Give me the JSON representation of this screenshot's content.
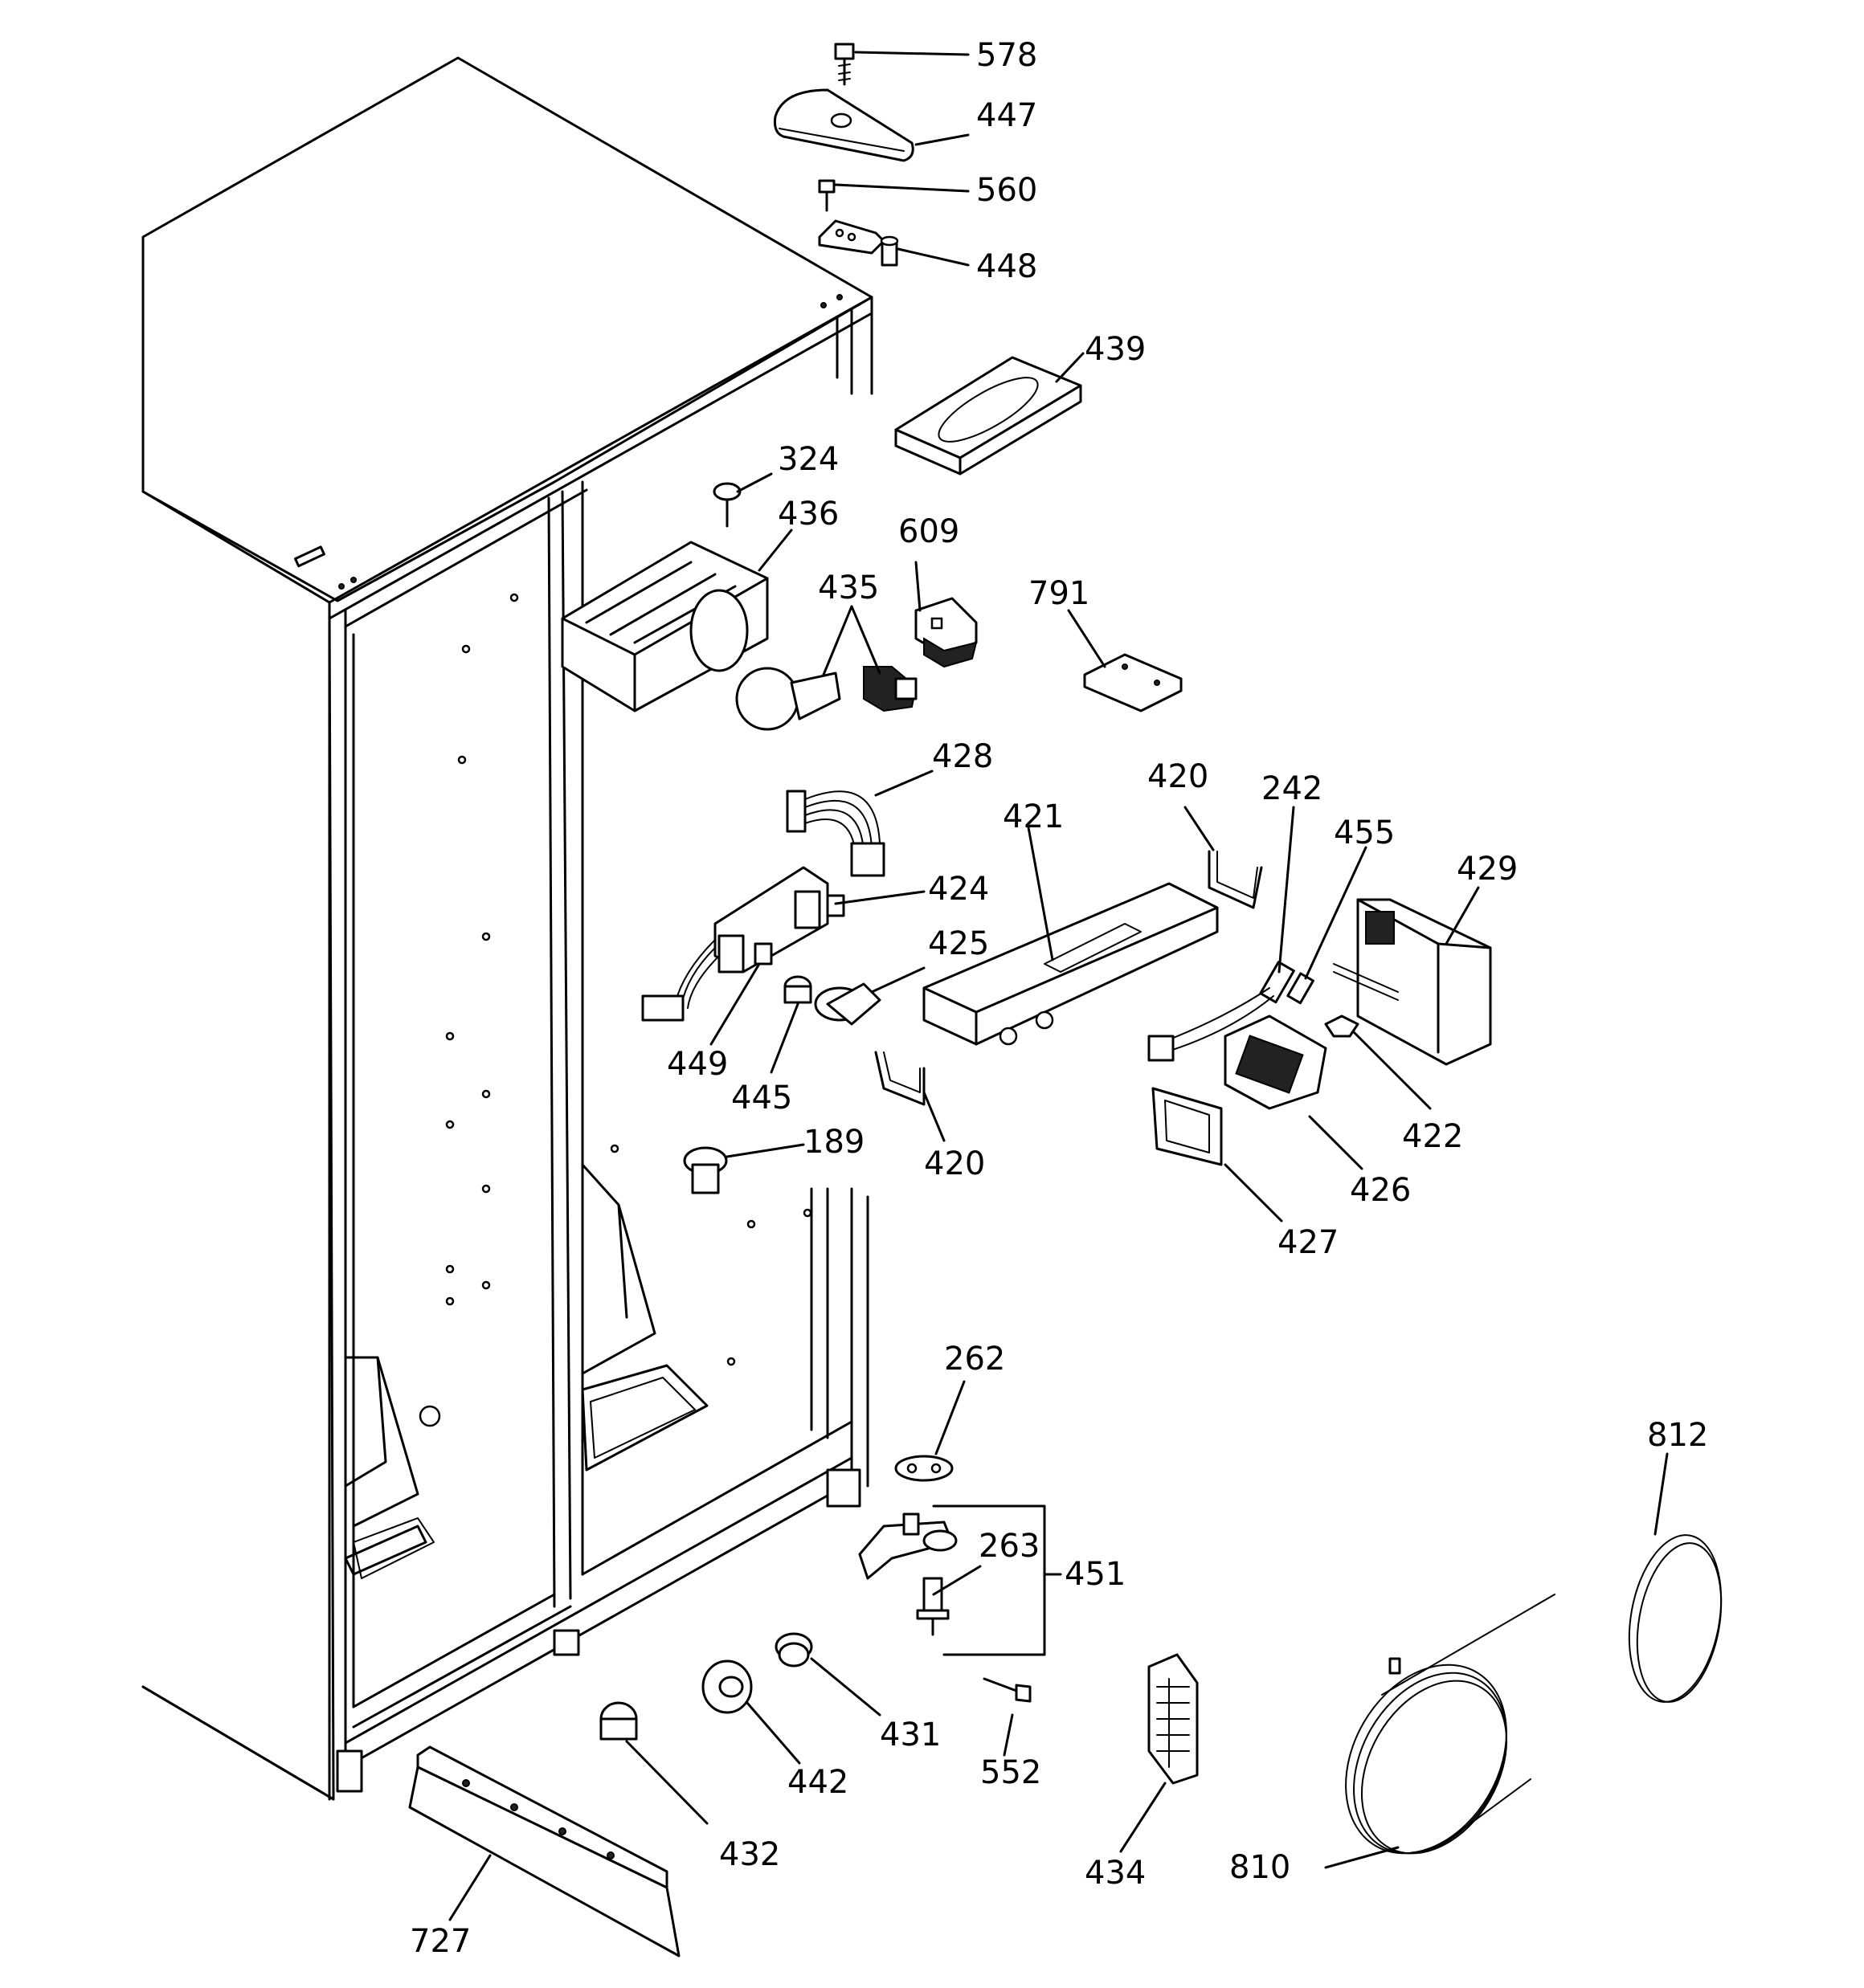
{
  "labels": {
    "578": "578",
    "447": "447",
    "560": "560",
    "448": "448",
    "439": "439",
    "324": "324",
    "436": "436",
    "609": "609",
    "435": "435",
    "791": "791",
    "428": "428",
    "420a": "420",
    "242": "242",
    "455": "455",
    "421": "421",
    "429": "429",
    "424": "424",
    "425": "425",
    "449": "449",
    "445": "445",
    "420b": "420",
    "422": "422",
    "426": "426",
    "189": "189",
    "427": "427",
    "262": "262",
    "812": "812",
    "263": "263",
    "451": "451",
    "431": "431",
    "442": "442",
    "552": "552",
    "432": "432",
    "434": "434",
    "810": "810",
    "727": "727"
  }
}
